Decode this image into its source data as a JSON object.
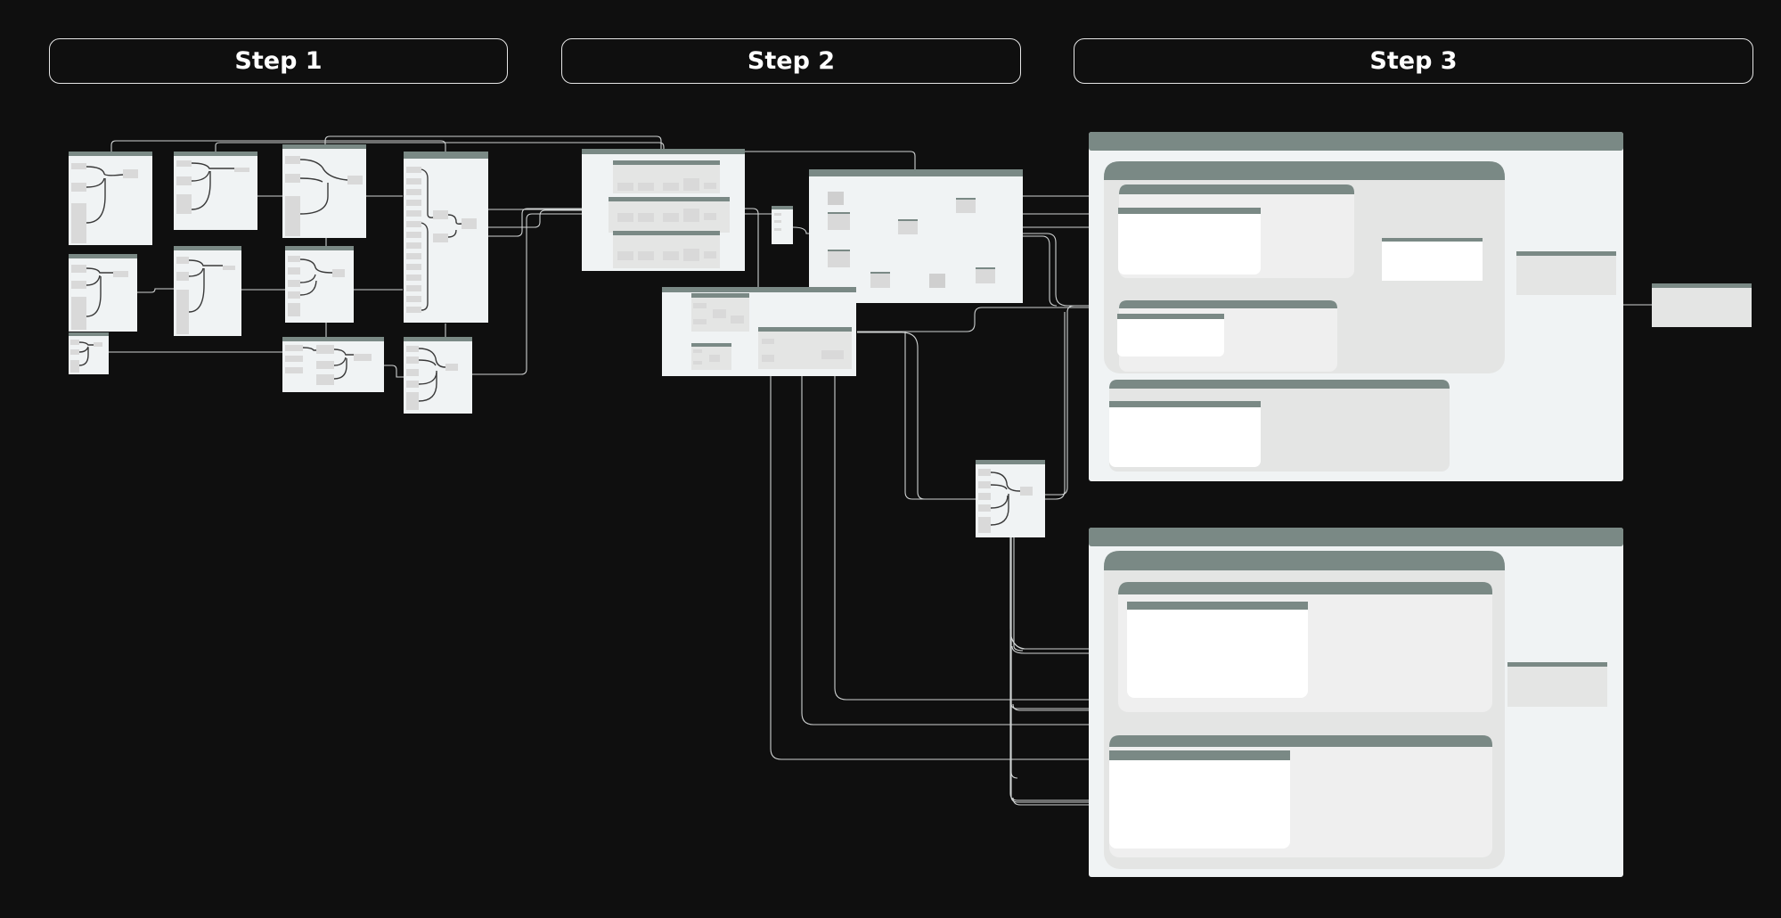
{
  "steps": [
    {
      "label": "Step 1"
    },
    {
      "label": "Step 2"
    },
    {
      "label": "Step 3"
    }
  ]
}
